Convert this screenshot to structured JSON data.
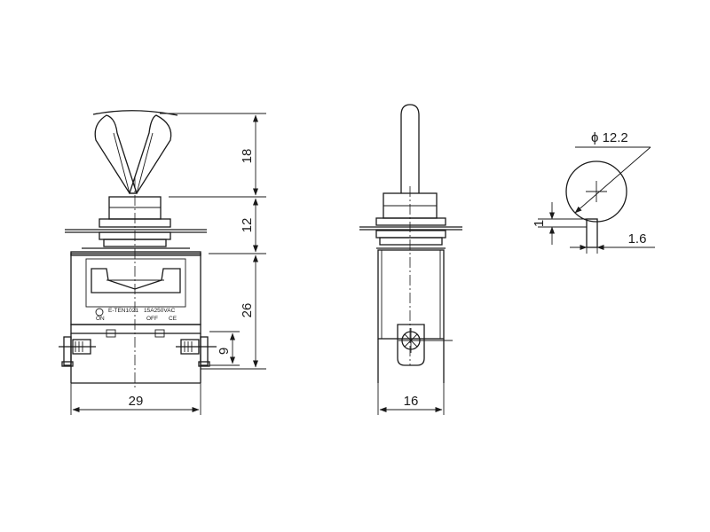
{
  "front_view": {
    "dim_handle": "18",
    "dim_bushing": "12",
    "dim_body": "26",
    "dim_terminal": "9",
    "dim_width": "29",
    "label_model": "E-TEN1021",
    "label_rating": "15A250VAC",
    "label_on": "ON",
    "label_off": "OFF",
    "label_ce": "CE"
  },
  "side_view": {
    "dim_width": "16"
  },
  "lever_section": {
    "dim_diameter": "ϕ 12.2",
    "dim_offset": "1",
    "dim_thickness": "1.6"
  }
}
